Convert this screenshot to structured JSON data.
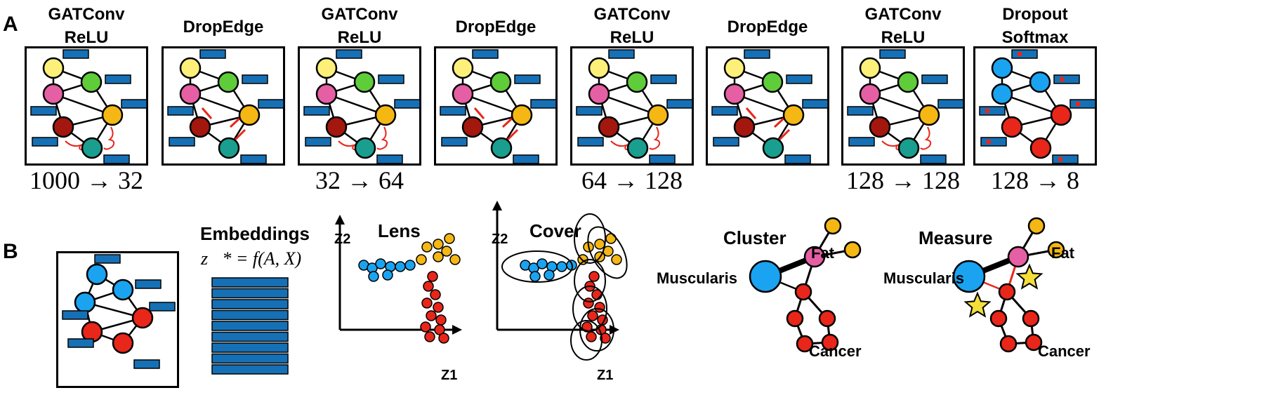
{
  "panel_a": {
    "letter": "A",
    "layers": [
      {
        "title_line1": "GATConv",
        "title_line2": "ReLU",
        "dim_label": "1000 → 32",
        "coloring": "input",
        "dropped_edges": false,
        "dropped_features": false
      },
      {
        "title_line1": "DropEdge",
        "title_line2": "",
        "dim_label": "",
        "coloring": "input",
        "dropped_edges": true,
        "dropped_features": false
      },
      {
        "title_line1": "GATConv",
        "title_line2": "ReLU",
        "dim_label": "32 → 64",
        "coloring": "input",
        "dropped_edges": false,
        "dropped_features": false
      },
      {
        "title_line1": "DropEdge",
        "title_line2": "",
        "dim_label": "",
        "coloring": "input",
        "dropped_edges": true,
        "dropped_features": false
      },
      {
        "title_line1": "GATConv",
        "title_line2": "ReLU",
        "dim_label": "64 → 128",
        "coloring": "input",
        "dropped_edges": false,
        "dropped_features": false
      },
      {
        "title_line1": "DropEdge",
        "title_line2": "",
        "dim_label": "",
        "coloring": "input",
        "dropped_edges": true,
        "dropped_features": false
      },
      {
        "title_line1": "GATConv",
        "title_line2": "ReLU",
        "dim_label": "128 → 128",
        "coloring": "input",
        "dropped_edges": false,
        "dropped_features": false
      },
      {
        "title_line1": "Dropout",
        "title_line2": "Softmax",
        "dim_label": "128 → 8",
        "coloring": "output",
        "dropped_edges": false,
        "dropped_features": true
      }
    ]
  },
  "panel_b": {
    "letter": "B",
    "embeddings": {
      "title": "Embeddings",
      "formula": "z⃗* = f(A, X)"
    },
    "lens": {
      "title": "Lens",
      "x_axis": "Z1",
      "y_axis": "Z2"
    },
    "cover": {
      "title": "Cover",
      "x_axis": "Z1",
      "y_axis": "Z2"
    },
    "cluster": {
      "title": "Cluster",
      "labels": {
        "left": "Muscularis",
        "top": "Fat",
        "bottom": "Cancer"
      }
    },
    "measure": {
      "title": "Measure",
      "labels": {
        "left": "Muscularis",
        "top": "Fat",
        "bottom": "Cancer"
      }
    }
  },
  "colors": {
    "yellow": "#fdf07a",
    "pink": "#e55fa4",
    "green": "#5fcc3a",
    "orange": "#f4b714",
    "darkred": "#a4170e",
    "teal": "#1a9e8f",
    "blue": "#1aa3f0",
    "red": "#e8261a",
    "feature_bar": "#1670b5",
    "drop_mark": "#e8261a",
    "star": "#f4de3a"
  }
}
